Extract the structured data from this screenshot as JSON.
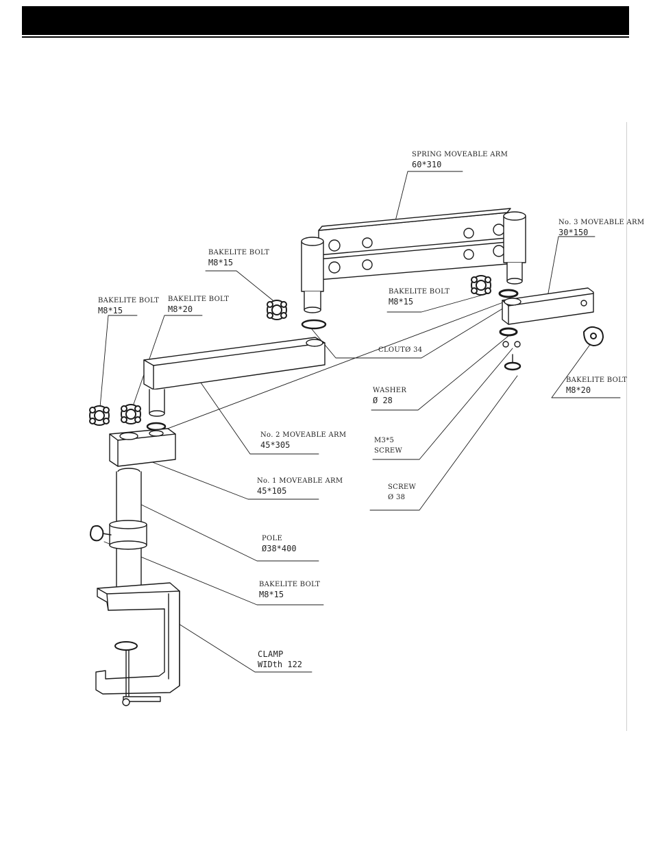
{
  "labels": {
    "spring_arm": {
      "name": "SPRING MOVEABLE ARM",
      "dim": "60*310"
    },
    "arm3": {
      "name": "No. 3 MOVEABLE ARM",
      "dim": "30*150"
    },
    "bolt_top": {
      "name": "BAKELITE BOLT",
      "dim": "M8*15"
    },
    "bolt_right": {
      "name": "BAKELITE BOLT",
      "dim": "M8*15"
    },
    "bolt_left1": {
      "name": "BAKELITE BOLT",
      "dim": "M8*15"
    },
    "bolt_left2": {
      "name": "BAKELITE BOLT",
      "dim": "M8*20"
    },
    "clout": {
      "name": "CLOUTØ 34"
    },
    "bolt_knob": {
      "name": "BAKELITE BOLT",
      "dim": "M8*20"
    },
    "washer": {
      "name": "WASHER",
      "dim": "Ø 28"
    },
    "arm2": {
      "name": "No. 2 MOVEABLE ARM",
      "dim": "45*305"
    },
    "screw_m3": {
      "name": "M3*5",
      "dim": "SCREW"
    },
    "arm1": {
      "name": "No. 1 MOVEABLE ARM",
      "dim": "45*105"
    },
    "screw38": {
      "name": "SCREW",
      "dim": "Ø 38"
    },
    "pole": {
      "name": "POLE",
      "dim": "Ø38*400"
    },
    "bolt_pole": {
      "name": "BAKELITE BOLT",
      "dim": "M8*15"
    },
    "clamp": {
      "name": "CLAMP",
      "dim": "WIDth 122"
    }
  },
  "colors": {
    "ink": "#1a1a1a",
    "header": "#000000",
    "fill": "#ffffff"
  }
}
